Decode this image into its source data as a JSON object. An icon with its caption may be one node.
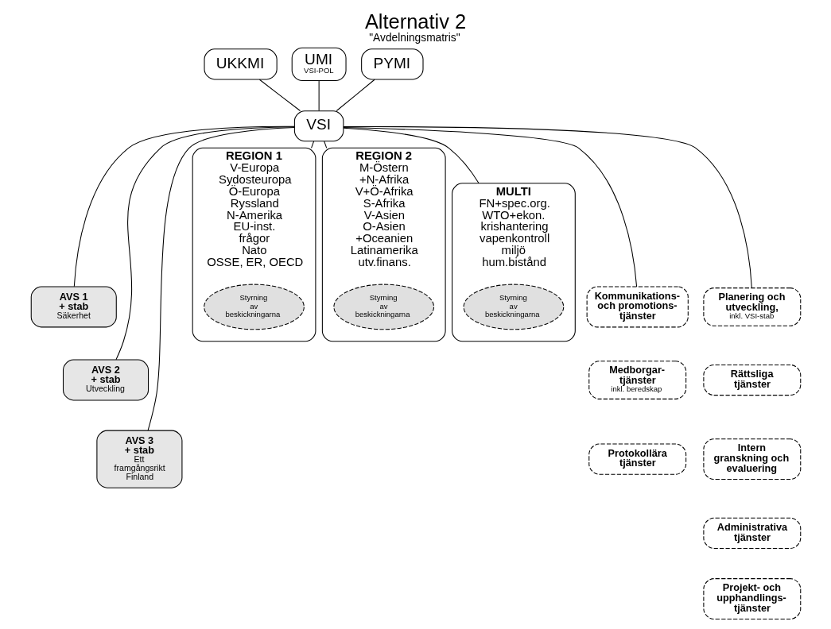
{
  "diagram": {
    "title": "Alternativ 2",
    "caption": "\"Avdelningsmatris\"",
    "nodes": [
      {
        "text": [
          "UKKMI"
        ]
      },
      {
        "text": [
          "UMI",
          "VSI-POL"
        ]
      },
      {
        "text": [
          "PYMI"
        ]
      },
      {
        "text": [
          "VSI"
        ]
      },
      {
        "text": [
          "AVS 1 + stab",
          "Säkerhet"
        ]
      },
      {
        "text": [
          "AVS 2 + stab",
          "Utveckling"
        ]
      },
      {
        "text": [
          "AVS 3 + stab",
          "Ett framgångsrikt Finland"
        ]
      },
      {
        "text": [
          "REGION 1",
          "V-Europa",
          "Sydosteuropa",
          "Ö-Europa",
          "Ryssland",
          "N-Amerika",
          "EU-inst. frågor",
          "Nato",
          "OSSE, ER, OECD"
        ]
      },
      {
        "text": [
          "Styrning av beskickningarna"
        ],
        "in": 7
      },
      {
        "text": [
          "REGION 2",
          "M-Östern +N-Afrika",
          "V+Ö-Afrika",
          "S-Afrika",
          "V-Asien",
          "O-Asien +Oceanien",
          "Latinamerika",
          "utv.finans."
        ]
      },
      {
        "text": [
          "Styrning av beskickningarna"
        ],
        "in": 9
      },
      {
        "text": [
          "MULTI",
          "FN+spec.org.",
          "WTO+ekon.",
          "krishantering",
          "vapenkontroll",
          "miljö",
          "hum.bistånd"
        ]
      },
      {
        "text": [
          "Styrning av beskickningarna"
        ],
        "in": 11
      },
      {
        "text": [
          "Kommunikations- och promotions- tjänster"
        ]
      },
      {
        "text": [
          "Medborgar- tjänster",
          "inkl. beredskap"
        ]
      },
      {
        "text": [
          "Protokollära tjänster"
        ]
      },
      {
        "text": [
          "Planering och utveckling,",
          "inkl. VSI-stab"
        ]
      },
      {
        "text": [
          "Rättsliga tjänster"
        ]
      },
      {
        "text": [
          "Intern granskning och evaluering"
        ]
      },
      {
        "text": [
          "Administrativa tjänster"
        ]
      },
      {
        "text": [
          "Projekt- och upphandlings- tjänster"
        ]
      }
    ],
    "edges": [
      {
        "from": 0,
        "to": 3,
        "arrow": "none"
      },
      {
        "from": 1,
        "to": 3,
        "arrow": "none"
      },
      {
        "from": 2,
        "to": 3,
        "arrow": "none"
      },
      {
        "from": 3,
        "to": 4,
        "arrow": "none"
      },
      {
        "from": 3,
        "to": 5,
        "arrow": "none"
      },
      {
        "from": 3,
        "to": 6,
        "arrow": "none"
      },
      {
        "from": 3,
        "to": 7,
        "arrow": "none"
      },
      {
        "from": 3,
        "to": 9,
        "arrow": "none"
      },
      {
        "from": 3,
        "to": 11,
        "arrow": "none"
      },
      {
        "from": 3,
        "to": 13,
        "arrow": "none"
      },
      {
        "from": 3,
        "to": 16,
        "arrow": "none"
      }
    ]
  }
}
